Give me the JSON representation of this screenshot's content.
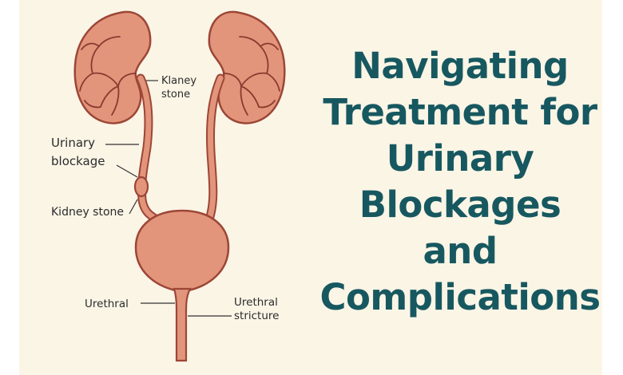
{
  "diagram": {
    "labels": {
      "kidney_stone_top_line1": "Klaney",
      "kidney_stone_top_line2": "stone",
      "urinary_blockage_line1": "Urinary",
      "urinary_blockage_line2": "blockage",
      "kidney_stone_bottom": "Kidney stone",
      "urethral": "Urethral",
      "urethral_stricture_line1": "Urethral",
      "urethral_stricture_line2": "stricture"
    },
    "colors": {
      "organ_fill": "#e3957c",
      "organ_outline": "#9c4636",
      "vein": "#8a3a2e",
      "background": "#fbf5e6"
    }
  },
  "title": {
    "lines": [
      "Navigating",
      "Treatment for",
      "Urinary",
      "Blockages",
      "and",
      "Complications"
    ],
    "color": "#175860"
  }
}
